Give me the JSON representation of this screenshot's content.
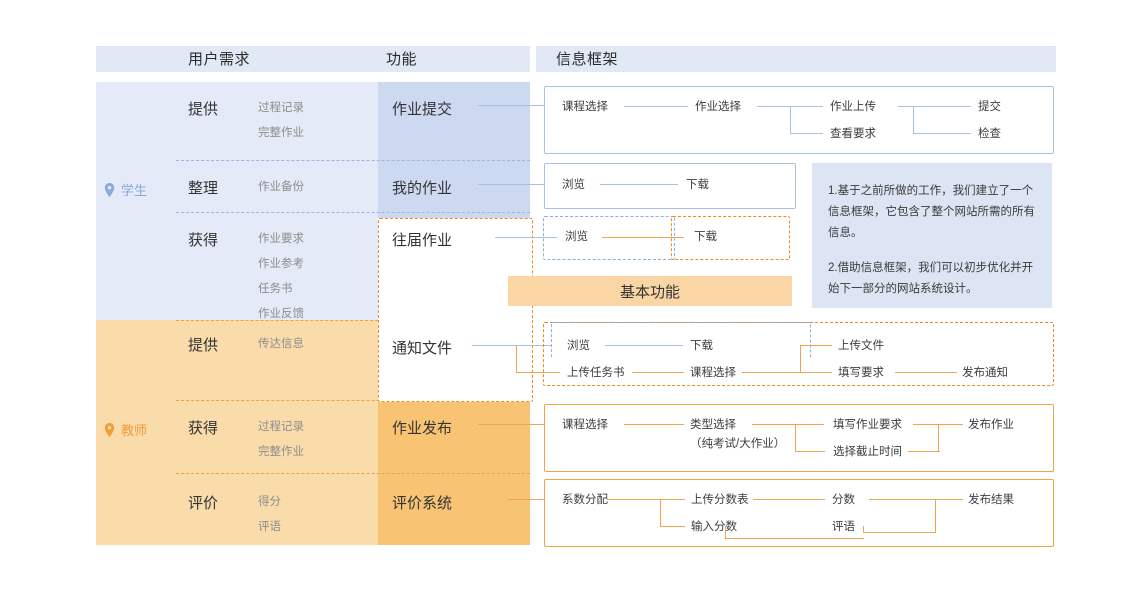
{
  "headers": {
    "needs": "用户需求",
    "function": "功能",
    "framework": "信息框架"
  },
  "roles": [
    {
      "name": "student",
      "label": "学生",
      "color": "#8aa9dd",
      "icon": "location-pin-icon"
    },
    {
      "name": "teacher",
      "label": "教师",
      "color": "#ef9c3b",
      "icon": "location-pin-icon"
    }
  ],
  "rows": [
    {
      "id": "submit",
      "need": "提供",
      "subs": [
        "过程记录",
        "完整作业"
      ],
      "feature": "作业提交",
      "nodes": [
        "课程选择",
        "作业选择",
        "作业上传",
        "查看要求",
        "提交",
        "检查"
      ]
    },
    {
      "id": "myhomework",
      "need": "整理",
      "subs": [
        "作业备份"
      ],
      "feature": "我的作业",
      "nodes": [
        "浏览",
        "下载"
      ]
    },
    {
      "id": "pasthomework",
      "need": "获得",
      "subs": [
        "作业要求",
        "作业参考",
        "任务书",
        "作业反馈"
      ],
      "feature": "往届作业",
      "nodes": [
        "浏览",
        "下载"
      ]
    },
    {
      "id": "notice",
      "need": "提供",
      "subs": [
        "传达信息"
      ],
      "feature": "通知文件",
      "nodes": [
        "浏览",
        "下载",
        "上传任务书",
        "课程选择",
        "上传文件",
        "填写要求",
        "发布通知"
      ]
    },
    {
      "id": "publish",
      "need": "获得",
      "subs": [
        "过程记录",
        "完整作业"
      ],
      "feature": "作业发布",
      "nodes": [
        "课程选择",
        "类型选择",
        "（纯考试/大作业）",
        "填写作业要求",
        "选择截止时间",
        "发布作业"
      ]
    },
    {
      "id": "evaluate",
      "need": "评价",
      "subs": [
        "得分",
        "评语"
      ],
      "feature": "评价系统",
      "nodes": [
        "系数分配",
        "上传分数表",
        "输入分数",
        "分数",
        "评语",
        "发布结果"
      ]
    }
  ],
  "banner": {
    "label": "基本功能"
  },
  "note": {
    "p1": "1.基于之前所做的工作，我们建立了一个信息框架，它包含了整个网站所需的所有信息。",
    "p2": "2.借助信息框架，我们可以初步优化并开始下一部分的网站系统设计。"
  },
  "colors": {
    "needs_blue": "#e4eaf7",
    "function_blue": "#ccd9f0",
    "needs_orange": "#fadcab",
    "function_orange": "#f8c373",
    "header_band": "#e2e9f6",
    "line_blue": "#a8c0e8",
    "line_orange": "#f0a44e",
    "dash_orange": "#f08a1c",
    "note_bg": "#dde5f5",
    "banner_bg": "#fad6a4"
  }
}
